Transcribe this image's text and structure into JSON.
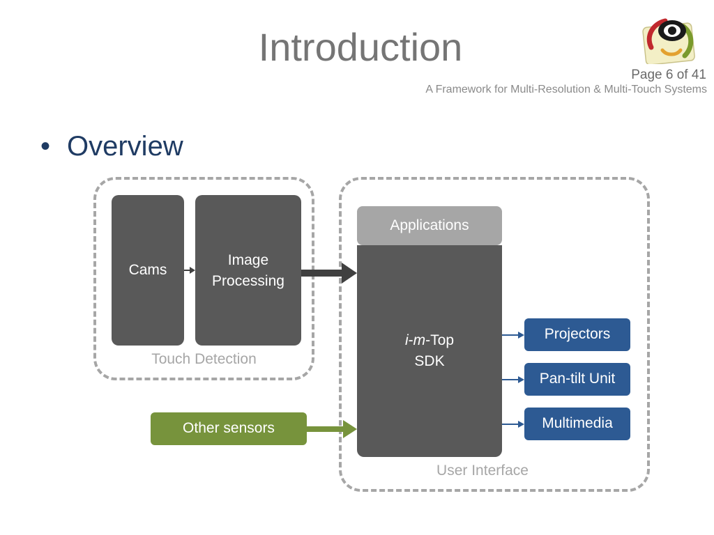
{
  "slide": {
    "title": "Introduction",
    "page": "Page 6 of 41",
    "subtitle": "A Framework for Multi-Resolution & Multi-Touch Systems",
    "bullet_marker": "•",
    "bullet": "Overview"
  },
  "diagram": {
    "touch_detection": {
      "label": "Touch Detection",
      "cams": "Cams",
      "image_processing_line1": "Image",
      "image_processing_line2": "Processing"
    },
    "user_interface": {
      "label": "User Interface",
      "applications": "Applications",
      "sdk_i": "i",
      "sdk_dash1": "-",
      "sdk_m": "m",
      "sdk_rest": "-Top",
      "sdk_line2": "SDK"
    },
    "other_sensors": "Other sensors",
    "outputs": [
      "Projectors",
      "Pan-tilt Unit",
      "Multimedia"
    ]
  },
  "colors": {
    "dark_box": "#595959",
    "applications": "#a6a6a6",
    "output_blue": "#2d5a93",
    "sensor_green": "#77933c",
    "dashed_border": "#a6a6a6"
  }
}
